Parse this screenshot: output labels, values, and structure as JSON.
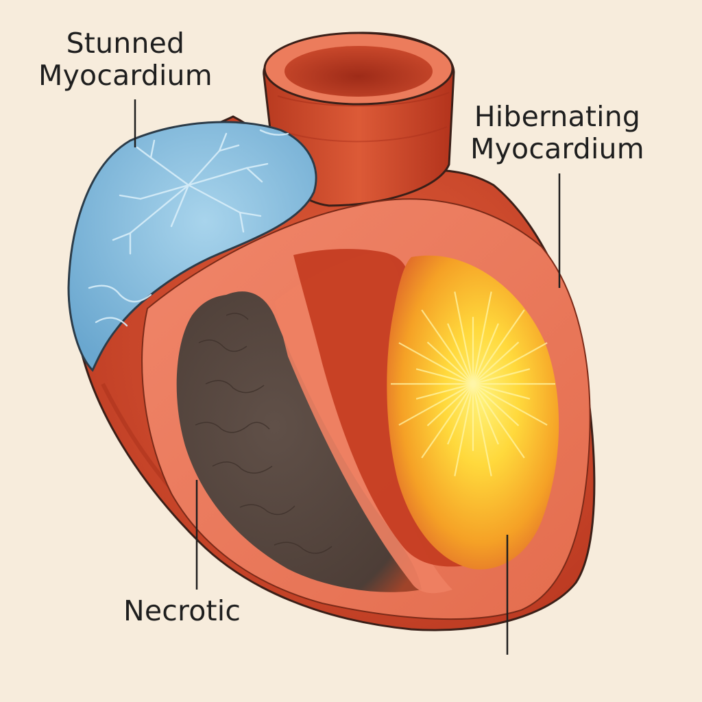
{
  "labels": {
    "stunned": [
      "Stunned",
      "Myocardium"
    ],
    "hibernating": [
      "Hibernating",
      "Myocardium"
    ],
    "necrotic": "Necrotic"
  },
  "colors": {
    "background": "#f7ecdc",
    "muscle": "#d24c2c",
    "muscle_light": "#ec7c5c",
    "stunned_region": "#86bedf",
    "necrotic_region": "#5c4a42",
    "hibernating_glow": "#ffe24a",
    "outline": "#3a1f18",
    "leader_line": "#1e1e1e"
  }
}
